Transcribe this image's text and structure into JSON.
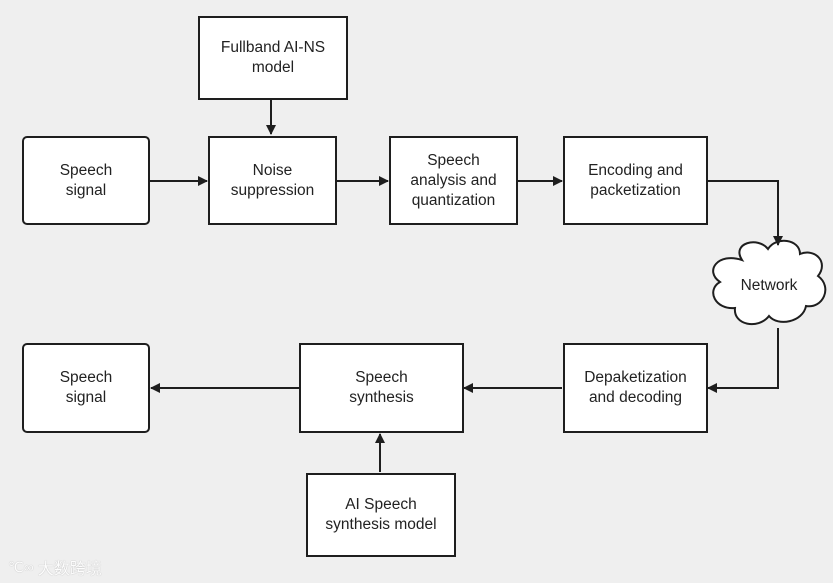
{
  "diagram": {
    "nodes": {
      "fullband_model": "Fullband AI-NS\nmodel",
      "speech_signal_in": "Speech\nsignal",
      "noise_suppression": "Noise\nsuppression",
      "speech_analysis": "Speech\nanalysis and\nquantization",
      "encoding": "Encoding and\npacketization",
      "network": "Network",
      "depacketization": "Depaketization\nand decoding",
      "speech_synthesis": "Speech\nsynthesis",
      "speech_signal_out": "Speech\nsignal",
      "ai_synthesis_model": "AI Speech\nsynthesis model"
    },
    "edges": [
      [
        "fullband_model",
        "noise_suppression"
      ],
      [
        "speech_signal_in",
        "noise_suppression"
      ],
      [
        "noise_suppression",
        "speech_analysis"
      ],
      [
        "speech_analysis",
        "encoding"
      ],
      [
        "encoding",
        "network"
      ],
      [
        "network",
        "depacketization"
      ],
      [
        "depacketization",
        "speech_synthesis"
      ],
      [
        "speech_synthesis",
        "speech_signal_out"
      ],
      [
        "ai_synthesis_model",
        "speech_synthesis"
      ]
    ]
  },
  "watermark": {
    "text": "大数跨境"
  }
}
